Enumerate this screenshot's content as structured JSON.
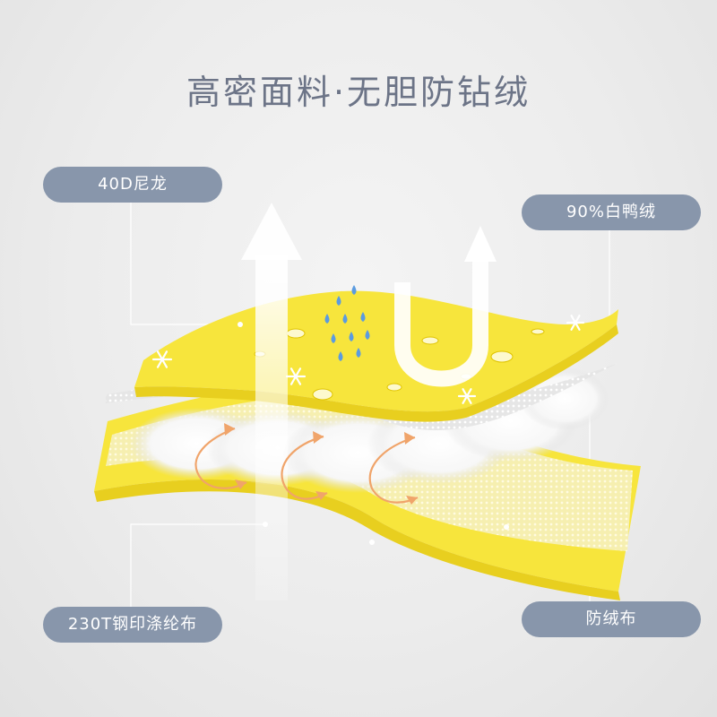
{
  "headline": "高密面料·无胆防钻绒",
  "labels": {
    "outer_shell": "40D尼龙",
    "filling": "90%白鸭绒",
    "lining": "230T钢印涤纶布",
    "down_proof": "防绒布"
  },
  "colors": {
    "background": "#ededed",
    "headline": "#6c7487",
    "label_pill": "#8896ab",
    "fabric_yellow": "#f7e53c",
    "inner_yellow": "#faf1a0",
    "water_drop": "#5b9be0",
    "flow_arrow": "#f0a46a"
  },
  "icons": [
    "snowflake-icon",
    "water-drop-icon",
    "up-arrow-icon",
    "u-turn-arrow-icon",
    "curved-arrow-icon"
  ]
}
